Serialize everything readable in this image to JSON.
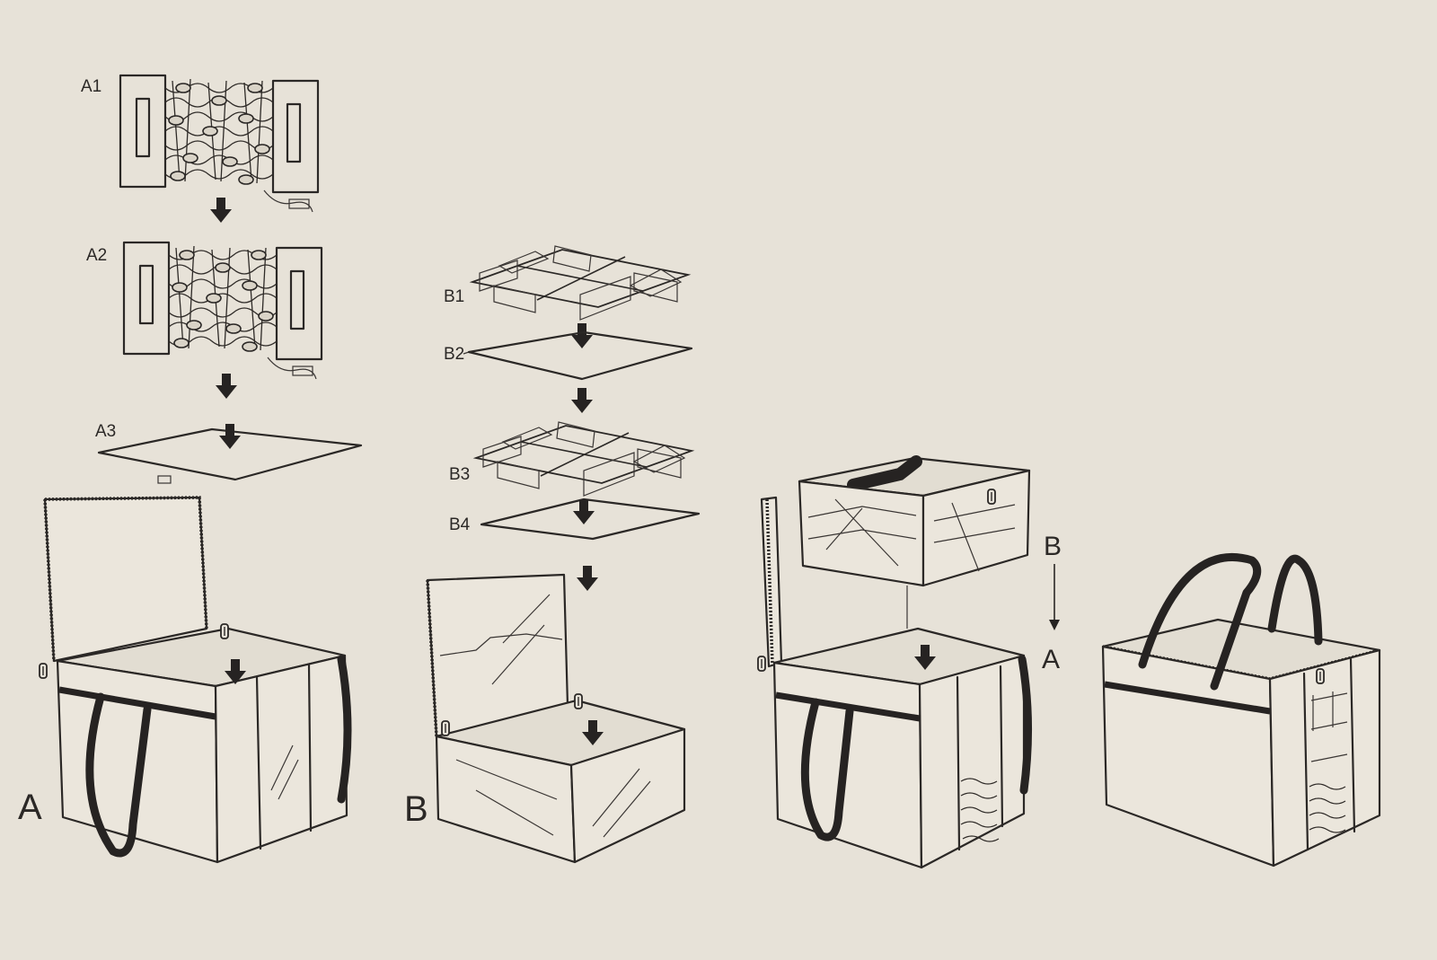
{
  "labels": {
    "a1": "A1",
    "a2": "A2",
    "a3": "A3",
    "b1": "B1",
    "b2": "B2",
    "b3": "B3",
    "b4": "B4",
    "box_a": "A",
    "box_b": "B",
    "stack_top": "B",
    "stack_bottom": "A"
  },
  "colors": {
    "paper": "#e7e2d8",
    "ink": "#2b2826"
  },
  "icons": [
    "down-arrow-icon",
    "zipper-pull-icon",
    "light-string-icon"
  ]
}
